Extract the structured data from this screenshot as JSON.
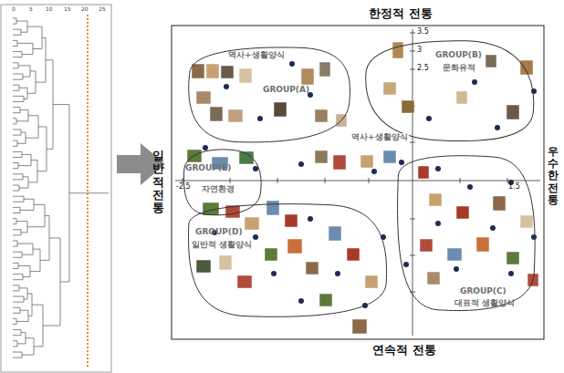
{
  "diagram": {
    "nodes": [
      {
        "text": [
          "역사+생활양식",
          "GROUP(A)"
        ]
      },
      {
        "text": [
          "GROUP(B)",
          "문화유적"
        ]
      },
      {
        "text": [
          "GROUP(E)",
          "자연환경"
        ]
      },
      {
        "text": [
          "GROUP(D)",
          "일반적 생활양식"
        ]
      },
      {
        "text": [
          "GROUP(C)",
          "대표적 생활양식"
        ]
      }
    ],
    "labels": [
      "0",
      "5",
      "10",
      "15",
      "20",
      "25",
      "한정적 전통",
      "연속적 전통",
      "일반적 전통",
      "우수한 전통",
      "역사+생활양식",
      "3.5",
      "3",
      "2.5",
      "-2.5",
      "1.5"
    ]
  }
}
